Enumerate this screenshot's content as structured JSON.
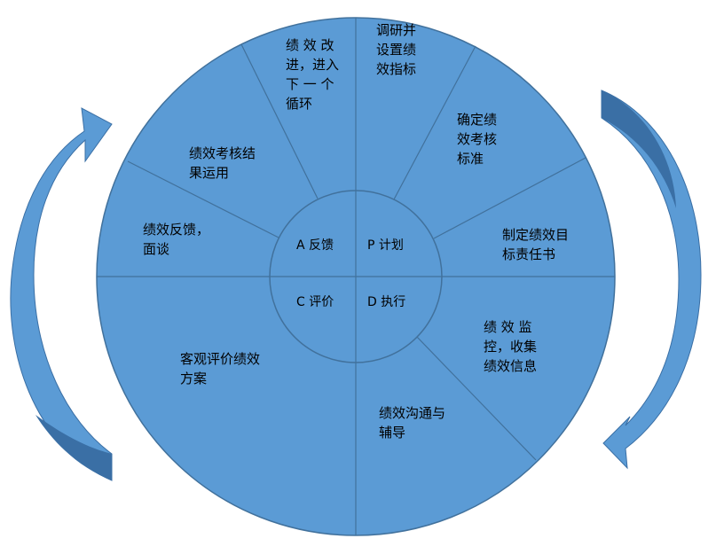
{
  "colors": {
    "wheel_fill": "#5B9BD5",
    "wheel_stroke": "#41719C",
    "arrow_fill": "#5B9BD5",
    "arrow_shade": "#3A6FA5",
    "text": "#000000"
  },
  "core": {
    "plan": "P 计划",
    "do": "D 执行",
    "check": "C 评价",
    "act": "A 反馈"
  },
  "segments": {
    "research": "调研并\n设置绩\n效指标",
    "standard": "确定绩\n效考核\n标准",
    "responsibility": "制定绩效目\n标责任书",
    "monitor": "绩 效 监\n控，收集\n绩效信息",
    "communicate": "绩效沟通与\n辅导",
    "evaluate": "客观评价绩效\n方案",
    "feedback": "绩效反馈，\n面谈",
    "apply": "绩效考核结\n果运用",
    "improve": "绩 效 改\n进，进入\n下 一 个\n循环"
  }
}
